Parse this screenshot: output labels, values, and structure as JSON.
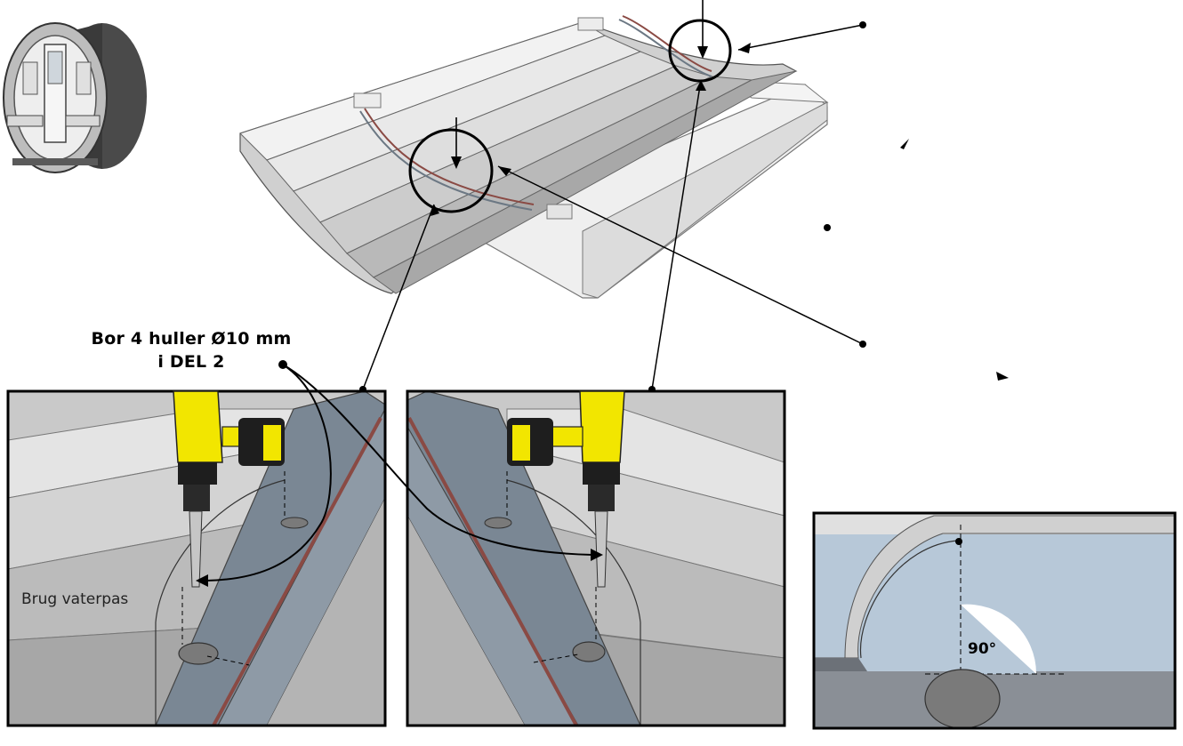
{
  "labels": {
    "drill_instruction_line1": "Bor 4 huller Ø10 mm",
    "drill_instruction_line2": "i DEL 2",
    "level_hint": "Brug vaterpas",
    "angle": "90°"
  },
  "colors": {
    "board_light": "#e6e6e6",
    "board_mid": "#c8c8c8",
    "board_dark": "#a6a6a6",
    "rail": "#7a8794",
    "rail_dark": "#5f6b77",
    "blue_panel": "#b7c8d8",
    "drill_yellow": "#f2e600",
    "drill_black": "#1e1e1e",
    "strap": "#8a4a44",
    "angle_fill": "#ffffff",
    "angle_shade": "#b7c8d8"
  }
}
